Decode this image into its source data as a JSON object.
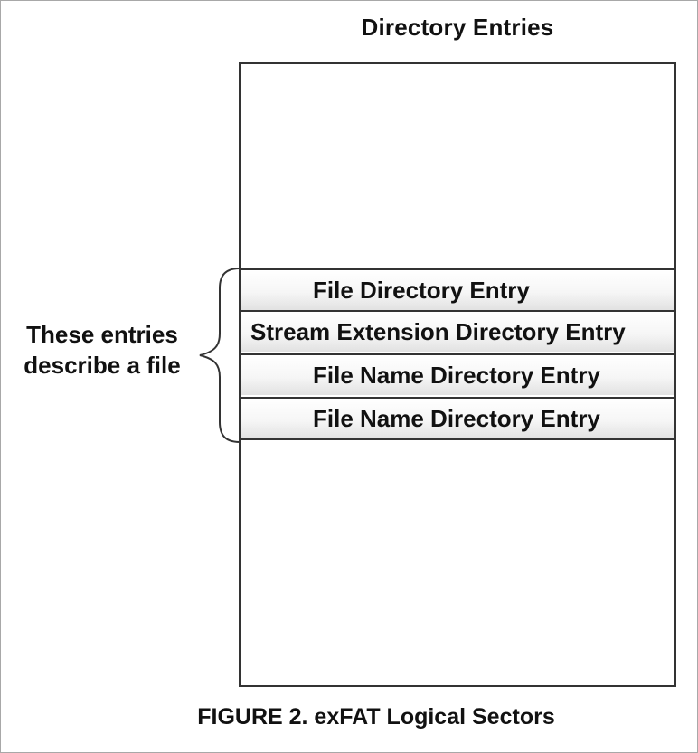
{
  "diagram": {
    "heading": "Directory Entries",
    "entries": [
      {
        "label": "File Directory Entry"
      },
      {
        "label": "Stream Extension Directory Entry"
      },
      {
        "label": "File Name Directory Entry"
      },
      {
        "label": "File Name Directory Entry"
      }
    ],
    "brace_label_line1": "These entries",
    "brace_label_line2": "describe a file",
    "caption": "FIGURE 2.  exFAT Logical Sectors"
  }
}
